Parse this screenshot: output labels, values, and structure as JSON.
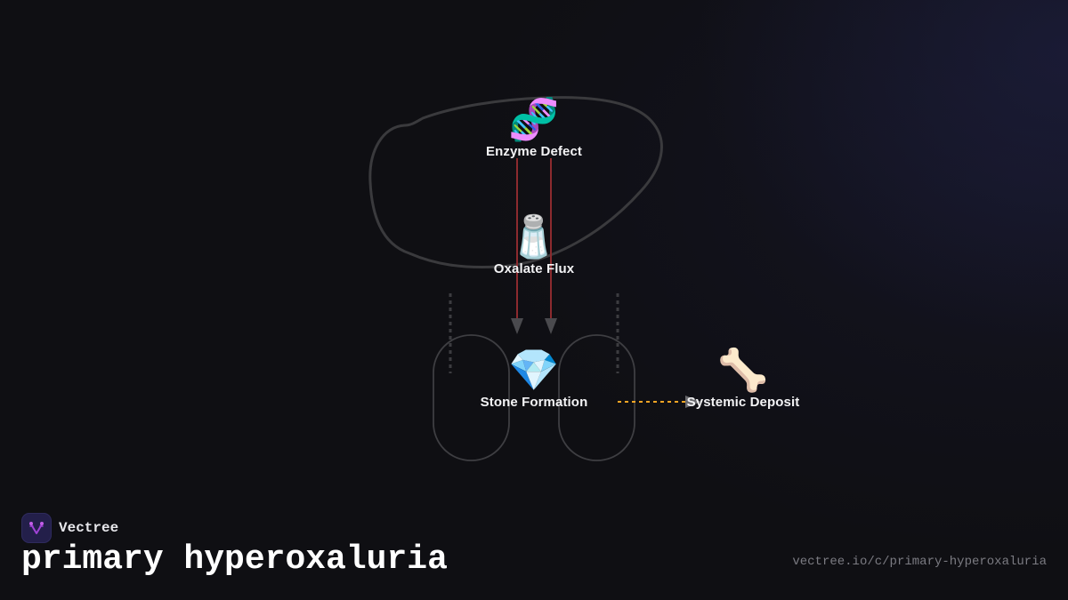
{
  "diagram": {
    "nodes": [
      {
        "id": "enzyme-defect",
        "icon": "dna-icon",
        "emoji": "🧬",
        "label": "Enzyme Defect"
      },
      {
        "id": "oxalate-flux",
        "icon": "salt-shaker-icon",
        "emoji": "🧂",
        "label": "Oxalate Flux"
      },
      {
        "id": "stone-formation",
        "icon": "gem-icon",
        "emoji": "💎",
        "label": "Stone Formation"
      },
      {
        "id": "systemic-deposit",
        "icon": "bone-icon",
        "emoji": "🦴",
        "label": "Systemic Deposit"
      }
    ],
    "edges": [
      {
        "from": "enzyme-defect",
        "to": "stone-formation",
        "style": "solid",
        "color": "#8c2a2e"
      },
      {
        "from": "oxalate-flux",
        "to": "stone-formation",
        "style": "solid",
        "color": "#8c2a2e"
      },
      {
        "from": "stone-formation",
        "to": "systemic-deposit",
        "style": "dashed",
        "color": "#f5a524"
      }
    ],
    "colors": {
      "background": "#0f0f13",
      "outline": "#3a3a3e",
      "arrow_head": "#4a4a4e",
      "edge_red": "#8c2a2e",
      "edge_orange": "#f5a524"
    }
  },
  "footer": {
    "brand_name": "Vectree",
    "title": "primary hyperoxaluria",
    "url": "vectree.io/c/primary-hyperoxaluria",
    "brand_color": "#a043d6"
  }
}
